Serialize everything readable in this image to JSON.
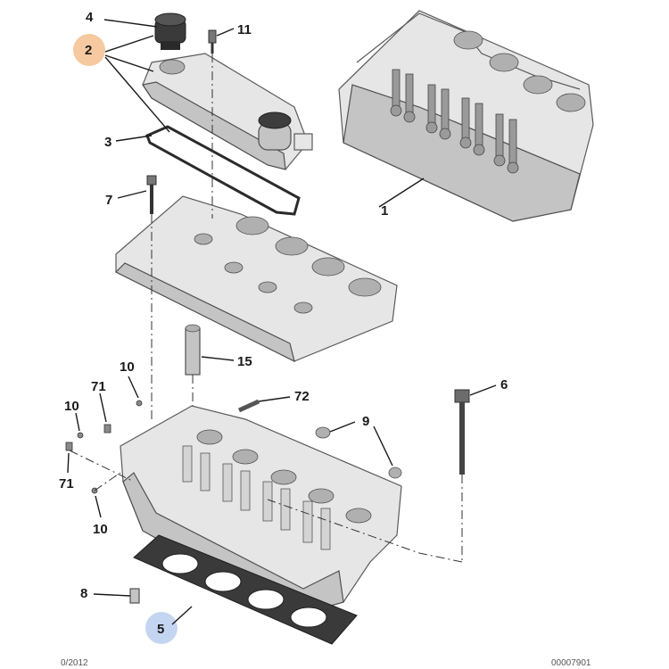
{
  "diagram": {
    "part_labels": {
      "p1": "1",
      "p2": "2",
      "p3": "3",
      "p4": "4",
      "p5": "5",
      "p6": "6",
      "p7": "7",
      "p8": "8",
      "p9": "9",
      "p10a": "10",
      "p10b": "10",
      "p10c": "10",
      "p11": "11",
      "p15": "15",
      "p71a": "71",
      "p71b": "71",
      "p72": "72"
    },
    "highlight_colors": {
      "orange": "#f6c9a0",
      "blue": "#c3d5f0"
    },
    "footer": {
      "left": "0/2012",
      "right": "00007901"
    }
  }
}
